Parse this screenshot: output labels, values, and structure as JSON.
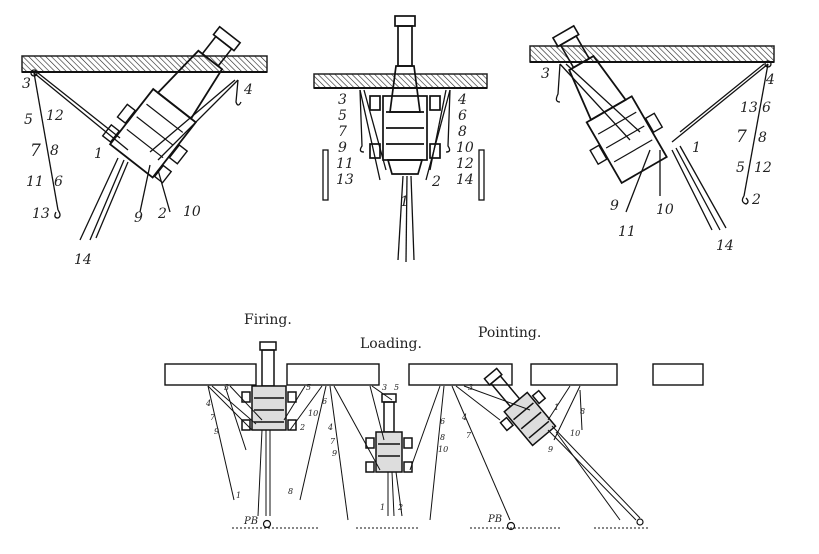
{
  "captions": {
    "firing": "Firing.",
    "loading": "Loading.",
    "pointing": "Pointing."
  },
  "panel_left": {
    "left_labels": [
      "3",
      "5",
      "7",
      "11",
      "13"
    ],
    "right_labels": [
      "12",
      "8",
      "6"
    ],
    "other": {
      "n4": "4",
      "n1": "1",
      "n9": "9",
      "n2": "2",
      "n10": "10",
      "n14": "14"
    }
  },
  "panel_center": {
    "left_labels": [
      "3",
      "5",
      "7",
      "9",
      "11",
      "13"
    ],
    "right_labels": [
      "4",
      "6",
      "8",
      "10",
      "12",
      "14"
    ],
    "other": {
      "n2": "2",
      "n1": "1"
    }
  },
  "panel_right": {
    "right_labels": [
      "4",
      "6",
      "8",
      "12",
      "2"
    ],
    "mid_labels": [
      "13",
      "7",
      "5"
    ],
    "other": {
      "n3": "3",
      "n1": "1",
      "n9": "9",
      "n10": "10",
      "n11": "11",
      "n14": "14"
    }
  },
  "panel_bottom": {
    "pb1": "PB",
    "pb2": "PB",
    "firing_labels": [
      "3",
      "5",
      "4",
      "7",
      "9",
      "6",
      "10",
      "2",
      "4",
      "7",
      "9",
      "1",
      "8"
    ],
    "loading_labels": [
      "3",
      "5",
      "6",
      "8",
      "10",
      "1",
      "2"
    ],
    "pointing_labels": [
      "3",
      "4",
      "7",
      "8",
      "9",
      "10",
      "1"
    ]
  }
}
